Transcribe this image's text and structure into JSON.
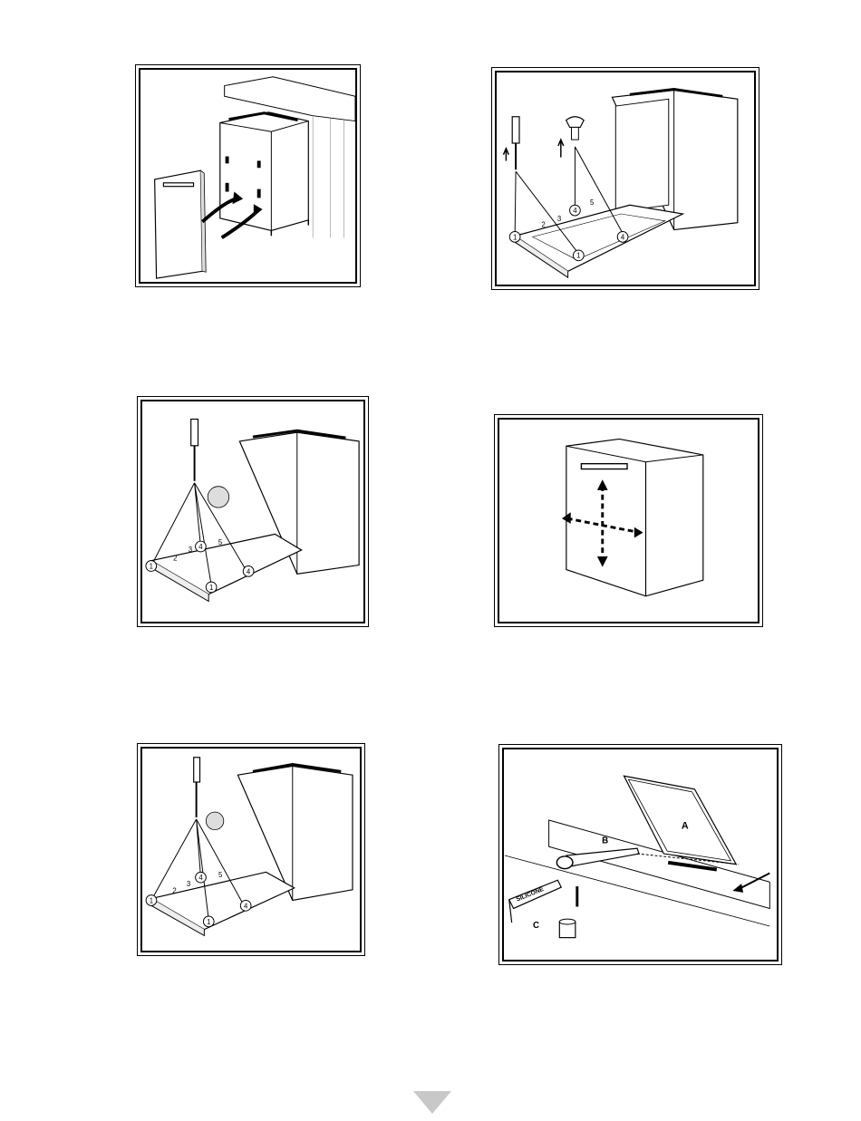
{
  "panels": {
    "p6": {
      "label_a": "A",
      "label_b": "B",
      "label_c": "C",
      "tube_text": "SILICONE"
    }
  },
  "callouts": {
    "one": "1",
    "two": "2",
    "three": "3",
    "four": "4",
    "five": "5"
  },
  "colors": {
    "line": "#000000",
    "paper": "#ffffff",
    "arrow_marker": "#c8c8c8"
  },
  "icons": [
    "screwdriver-icon",
    "rotate-arrow-icon",
    "up-arrow-icon",
    "plug-icon",
    "cross-arrows-icon",
    "down-triangle-icon"
  ]
}
